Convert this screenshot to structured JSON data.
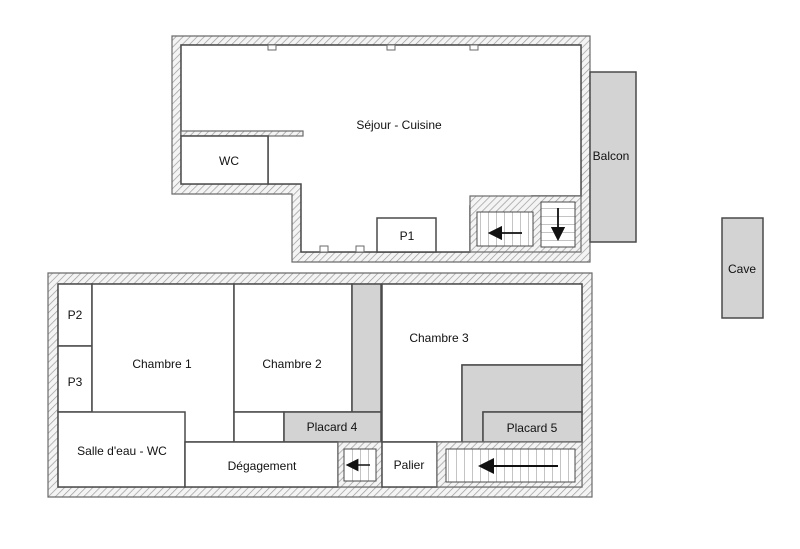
{
  "upper_floor": {
    "rooms": {
      "sejour": "Séjour - Cuisine",
      "wc": "WC",
      "p1": "P1",
      "balcon": "Balcon"
    }
  },
  "cave": "Cave",
  "lower_floor": {
    "rooms": {
      "p2": "P2",
      "p3": "P3",
      "chambre1": "Chambre 1",
      "chambre2": "Chambre 2",
      "chambre3": "Chambre 3",
      "placard4": "Placard 4",
      "placard5": "Placard 5",
      "salle_eau": "Salle d'eau - WC",
      "degagement": "Dégagement",
      "palier": "Palier"
    }
  },
  "colors": {
    "wall_hatch": "#9a9a9a",
    "grey_fill": "#d3d3d3",
    "outline": "#4a4a4a"
  }
}
